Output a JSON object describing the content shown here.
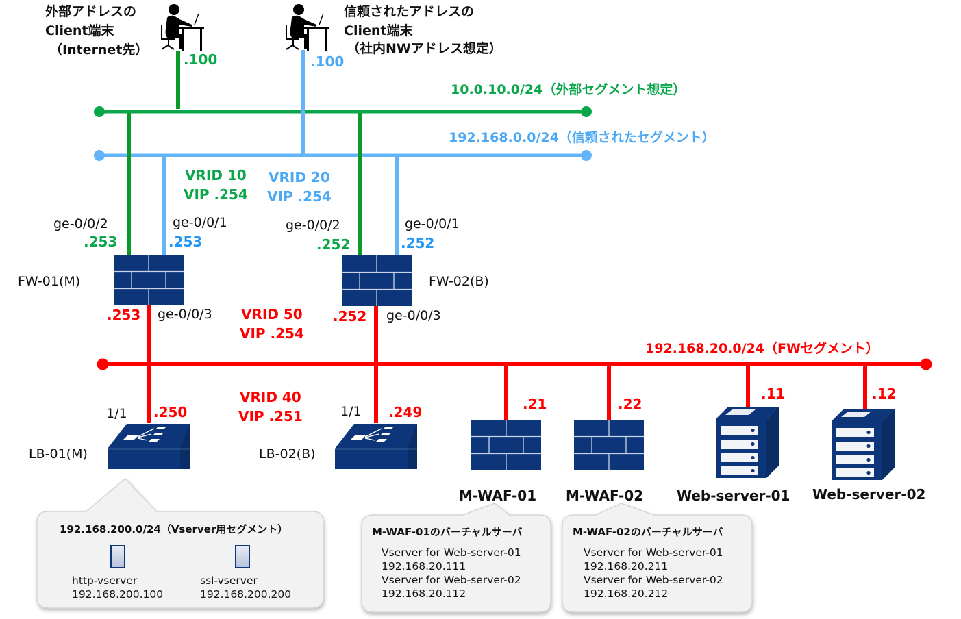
{
  "colors": {
    "external": "#0aa64a",
    "external_drop": "#0a9a28",
    "trusted": "#64b4f8",
    "fw_segment": "#ff0000",
    "device": "#0c357a",
    "callout_bg": "#f2f2f2"
  },
  "clients": [
    {
      "lines": [
        "外部アドレスの",
        "Client端末",
        "（Internet先）"
      ],
      "addr": ".100",
      "icon": "user-at-desk-icon"
    },
    {
      "lines": [
        "信頼されたアドレスの",
        "Client端末",
        "（社内NWアドレス想定）"
      ],
      "addr": ".100",
      "icon": "user-at-desk-icon"
    }
  ],
  "segments": {
    "external": "10.0.10.0/24（外部セグメント想定）",
    "trusted": "192.168.0.0/24（信頼されたセグメント）",
    "fw": "192.168.20.0/24（FWセグメント）"
  },
  "vrrp": [
    {
      "vrid": "VRID 10",
      "vip": "VIP .254",
      "color": "green"
    },
    {
      "vrid": "VRID 20",
      "vip": "VIP .254",
      "color": "blue"
    },
    {
      "vrid": "VRID 50",
      "vip": "VIP .254",
      "color": "red"
    },
    {
      "vrid": "VRID 40",
      "vip": "VIP .251",
      "color": "red"
    }
  ],
  "firewalls": [
    {
      "name": "FW-01(M)",
      "ge2": "ge-0/0/2",
      "ge2_addr": ".253",
      "ge1": "ge-0/0/1",
      "ge1_addr": ".253",
      "ge3": "ge-0/0/3",
      "ge3_addr": ".253"
    },
    {
      "name": "FW-02(B)",
      "ge2": "ge-0/0/2",
      "ge2_addr": ".252",
      "ge1": "ge-0/0/1",
      "ge1_addr": ".252",
      "ge3": "ge-0/0/3",
      "ge3_addr": ".252"
    }
  ],
  "load_balancers": [
    {
      "name": "LB-01(M)",
      "port": "1/1",
      "addr": ".250"
    },
    {
      "name": "LB-02(B)",
      "port": "1/1",
      "addr": ".249"
    }
  ],
  "wafs": [
    {
      "name": "M-WAF-01",
      "addr": ".21"
    },
    {
      "name": "M-WAF-02",
      "addr": ".22"
    }
  ],
  "servers": [
    {
      "name": "Web-server-01",
      "addr": ".11"
    },
    {
      "name": "Web-server-02",
      "addr": ".12"
    }
  ],
  "lb_callout": {
    "title": "192.168.200.0/24（Vserver用セグメント）",
    "vservers": [
      {
        "name": "http-vserver",
        "ip": "192.168.200.100"
      },
      {
        "name": "ssl-vserver",
        "ip": "192.168.200.200"
      }
    ]
  },
  "waf_callouts": [
    {
      "title": "M-WAF-01のバーチャルサーバ",
      "lines": [
        "Vserver for Web-server-01",
        "192.168.20.111",
        "Vserver for Web-server-02",
        "192.168.20.112"
      ]
    },
    {
      "title": "M-WAF-02のバーチャルサーバ",
      "lines": [
        "Vserver for Web-server-01",
        "192.168.20.211",
        "Vserver for Web-server-02",
        "192.168.20.212"
      ]
    }
  ]
}
